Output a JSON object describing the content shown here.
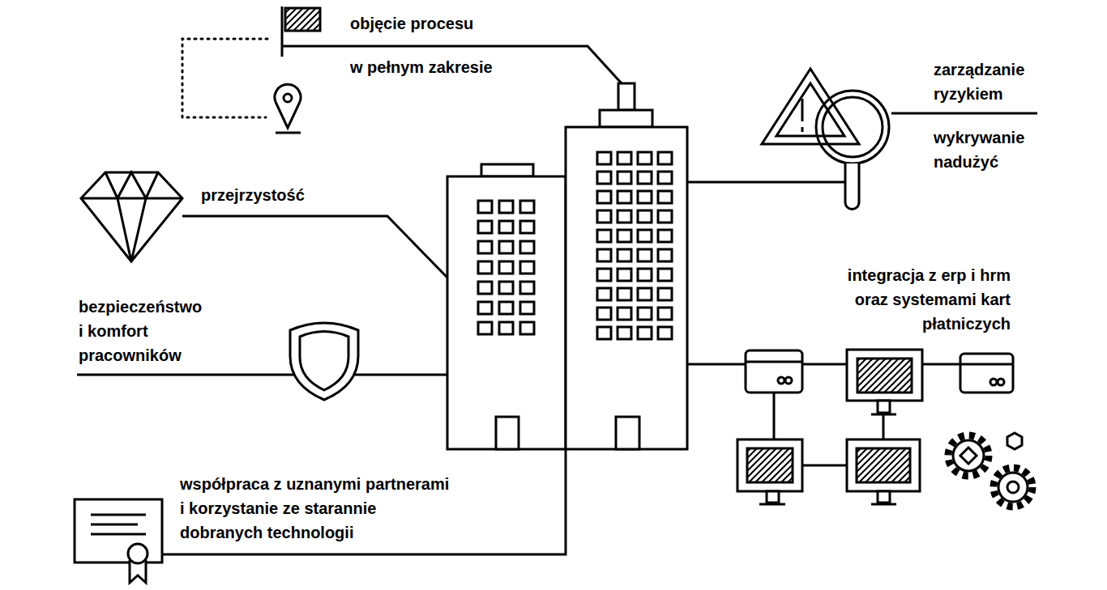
{
  "diagram": {
    "labels": [
      "objęcie procesu",
      "w pełnym zakresie",
      "zarządzanie ryzykiem",
      "wykrywanie nadużyć",
      "przejrzystość",
      "bezpieczeństwo i komfort pracowników",
      "integracja z erp i hrm oraz systemami kart płatniczych",
      "współpraca z uznanymi partnerami i korzystanie ze starannie dobranych technologii"
    ]
  }
}
